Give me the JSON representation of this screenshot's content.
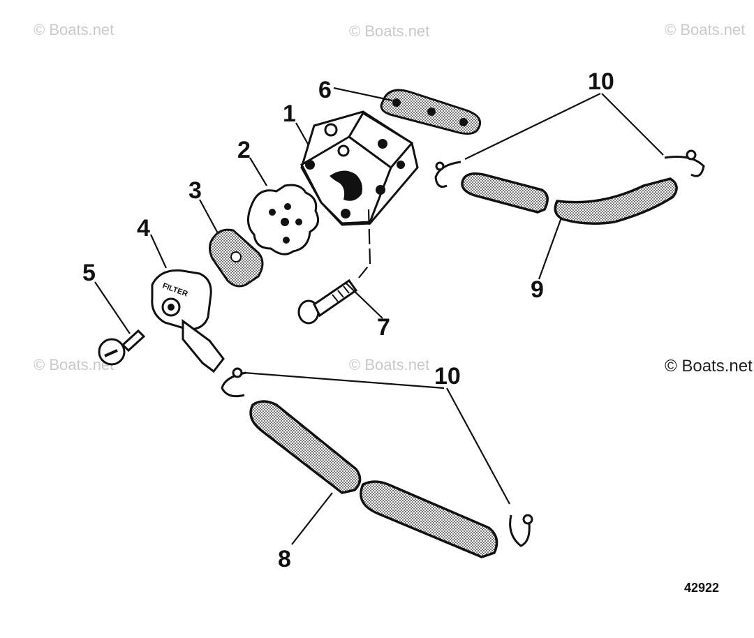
{
  "watermarks": [
    "© Boats.net",
    "© Boats.net",
    "© Boats.net",
    "© Boats.net",
    "© Boats.net",
    "© Boats.net"
  ],
  "callouts": {
    "c1": "1",
    "c2": "2",
    "c3": "3",
    "c4": "4",
    "c5": "5",
    "c6": "6",
    "c7": "7",
    "c8": "8",
    "c9": "9",
    "c10_top": "10",
    "c10_bottom": "10"
  },
  "filter_cover_text": "FILTER",
  "drawing_number": "42922",
  "colors": {
    "ink": "#111111",
    "watermark": "#c9c9c9",
    "background": "#ffffff"
  }
}
